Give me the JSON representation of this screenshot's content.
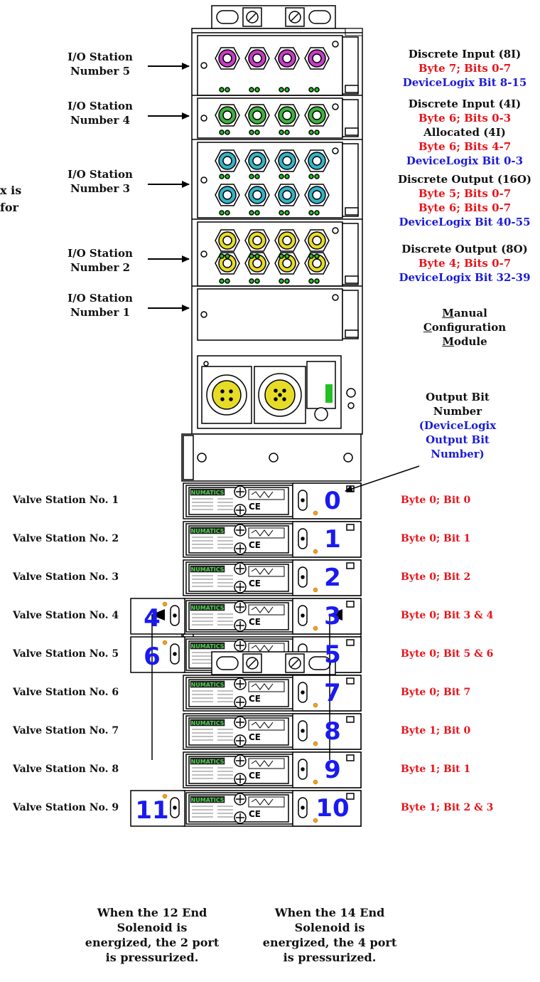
{
  "partial_left_text": [
    "x is",
    "for"
  ],
  "io_stations": [
    {
      "label_line1": "I/O Station",
      "label_line2": "Number 5"
    },
    {
      "label_line1": "I/O Station",
      "label_line2": "Number 4"
    },
    {
      "label_line1": "I/O Station",
      "label_line2": "Number 3"
    },
    {
      "label_line1": "I/O Station",
      "label_line2": "Number 2"
    },
    {
      "label_line1": "I/O Station",
      "label_line2": "Number 1"
    }
  ],
  "io_descriptions": [
    {
      "lines": [
        {
          "text": "Discrete Input (8I)",
          "color": "black"
        },
        {
          "text": "Byte 7; Bits 0-7",
          "color": "red"
        },
        {
          "text": "DeviceLogix Bit 8-15",
          "color": "blue"
        }
      ]
    },
    {
      "lines": [
        {
          "text": "Discrete Input (4I)",
          "color": "black"
        },
        {
          "text": "Byte 6; Bits 0-3",
          "color": "red"
        },
        {
          "text": "Allocated (4I)",
          "color": "black"
        },
        {
          "text": "Byte 6; Bits 4-7",
          "color": "red"
        },
        {
          "text": "DeviceLogix Bit 0-3",
          "color": "blue"
        }
      ]
    },
    {
      "lines": [
        {
          "text": "Discrete Output (16O)",
          "color": "black"
        },
        {
          "text": "Byte 5; Bits 0-7",
          "color": "red"
        },
        {
          "text": "Byte 6; Bits 0-7",
          "color": "red"
        },
        {
          "text": "DeviceLogix Bit 40-55",
          "color": "blue"
        }
      ]
    },
    {
      "lines": [
        {
          "text": "Discrete Output (8O)",
          "color": "black"
        },
        {
          "text": "Byte 4; Bits 0-7",
          "color": "red"
        },
        {
          "text": "DeviceLogix Bit 32-39",
          "color": "blue"
        }
      ]
    }
  ],
  "manual_config": {
    "line1_first": "M",
    "line1_rest": "anual",
    "line2_first": "C",
    "line2_rest": "onfiguration",
    "line3_first": "M",
    "line3_rest": "odule"
  },
  "output_bit_heading": {
    "line1": "Output Bit",
    "line2": "Number",
    "line3": "(DeviceLogix",
    "line4": "Output Bit",
    "line5": "Number)"
  },
  "valve_stations": [
    {
      "label": "Valve Station No. 1",
      "right_bit": "0",
      "left_bit": "",
      "byte_text": "Byte 0; Bit 0"
    },
    {
      "label": "Valve Station No. 2",
      "right_bit": "1",
      "left_bit": "",
      "byte_text": "Byte 0; Bit 1"
    },
    {
      "label": "Valve Station No. 3",
      "right_bit": "2",
      "left_bit": "",
      "byte_text": "Byte 0; Bit 2"
    },
    {
      "label": "Valve Station No. 4",
      "right_bit": "3",
      "left_bit": "4",
      "byte_text": "Byte 0; Bit 3 & 4"
    },
    {
      "label": "Valve Station No. 5",
      "right_bit": "5",
      "left_bit": "6",
      "byte_text": "Byte 0; Bit 5 & 6"
    },
    {
      "label": "Valve Station No. 6",
      "right_bit": "7",
      "left_bit": "",
      "byte_text": "Byte 0; Bit 7"
    },
    {
      "label": "Valve Station No. 7",
      "right_bit": "8",
      "left_bit": "",
      "byte_text": "Byte 1; Bit 0"
    },
    {
      "label": "Valve Station No. 8",
      "right_bit": "9",
      "left_bit": "",
      "byte_text": "Byte 1; Bit 1"
    },
    {
      "label": "Valve Station No. 9",
      "right_bit": "10",
      "left_bit": "11",
      "byte_text": "Byte 1; Bit 2 & 3"
    }
  ],
  "brand": "NUMATICS",
  "ce_mark": "CE",
  "bottom_notes": [
    {
      "line1": "When the 12 End",
      "line2": "Solenoid is",
      "line3": "energized, the 2 port",
      "line4": "is pressurized."
    },
    {
      "line1": "When the 14 End",
      "line2": "Solenoid is",
      "line3": "energized, the 4 port",
      "line4": "is pressurized."
    }
  ],
  "colors": {
    "magenta_connector": "#c83cc8",
    "green_connector": "#3cb43c",
    "cyan_connector": "#32b4c8",
    "yellow_connector": "#e6dc28",
    "led_green": "#22c022",
    "bit_number_blue": "#1a1af0",
    "red_text": "#e8141a",
    "blue_text": "#1b1bd6"
  }
}
